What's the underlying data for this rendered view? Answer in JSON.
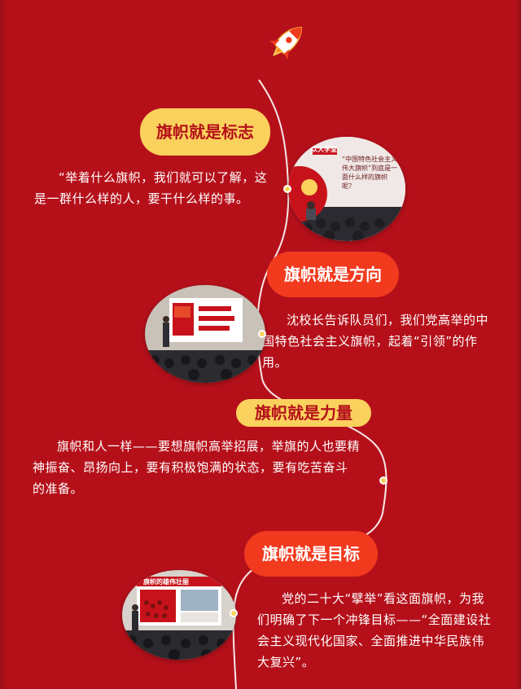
{
  "sections": [
    {
      "heading": "旗帜就是标志",
      "text": "“举着什么旗帜，我们就可以了解，这是一群什么样的人，要干什么样的事。"
    },
    {
      "heading": "旗帜就是方向",
      "text": "沈校长告诉队员们，我们党高举的中国特色社会主义旗帜，起着“引领”的作用。"
    },
    {
      "heading": "旗帜就是力量",
      "text": "旗帜和人一样——要想旗帜高举招展，举旗的人也要精神振奋、昂扬向上，要有积极饱满的状态，要有吃苦奋斗的准备。"
    },
    {
      "heading": "旗帜就是目标",
      "text": "党的二十大“擘举”看这面旗帜，为我们明确了下一个冲锋目标——“全面建设社会主义现代化国家、全面推进中华民族伟大复兴”。"
    }
  ],
  "photos": {
    "photo1": {
      "screen_title": "“中国特色社会主义伟大旗帜”到底是一面什么样的旗帜呢？",
      "banner": "以大学堂"
    },
    "photo4": {
      "banner": "旗帜的雄伟壮丽"
    }
  },
  "colors": {
    "background": "#b5101a",
    "pill_yellow": "#fad15c",
    "pill_orange": "#f13a1e",
    "timeline": "#ffffff"
  },
  "icons": {
    "top": "rocket-icon"
  }
}
